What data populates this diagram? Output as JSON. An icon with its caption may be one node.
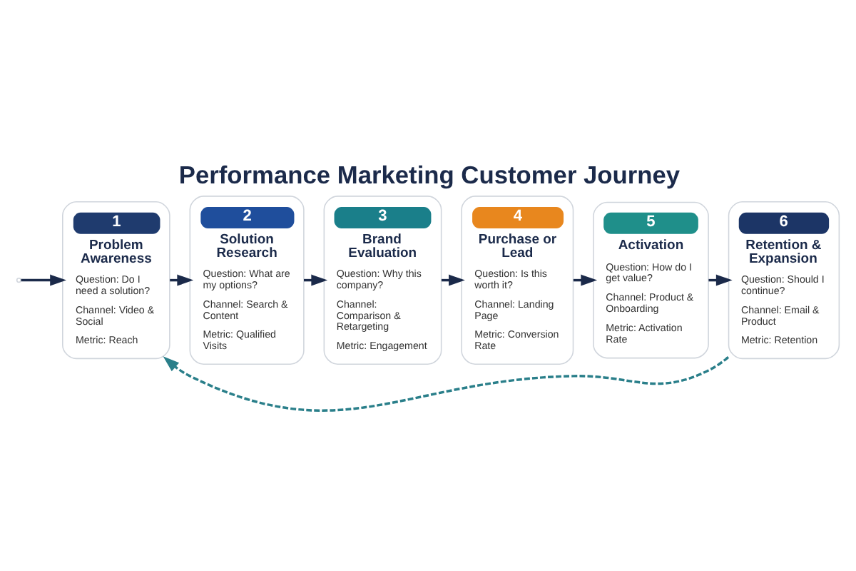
{
  "diagram": {
    "title": "Performance Marketing Customer Journey",
    "nodes": [
      {
        "text": [
          "1",
          "Problem Awareness",
          "Question: Do I need a solution?",
          "Channel: Video & Social",
          "Metric: Reach"
        ]
      },
      {
        "text": [
          "2",
          "Solution Research",
          "Question: What are my options?",
          "Channel: Search & Content",
          "Metric: Qualified Visits"
        ]
      },
      {
        "text": [
          "3",
          "Brand Evaluation",
          "Question: Why this company?",
          "Channel: Comparison & Retargeting",
          "Metric: Engagement"
        ]
      },
      {
        "text": [
          "4",
          "Purchase or Lead",
          "Question: Is this worth it?",
          "Channel: Landing Page",
          "Metric: Conversion Rate"
        ]
      },
      {
        "text": [
          "5",
          "Activation",
          "Question: How do I get value?",
          "Channel: Product & Onboarding",
          "Metric: Activation Rate"
        ]
      },
      {
        "text": [
          "6",
          "Retention & Expansion",
          "Question: Should I continue?",
          "Channel: Email & Product",
          "Metric: Retention"
        ]
      }
    ],
    "edges": [
      {
        "from": null,
        "to": 0,
        "arrow": "to"
      },
      {
        "from": 0,
        "to": 1,
        "arrow": "to"
      },
      {
        "from": 1,
        "to": 2,
        "arrow": "to"
      },
      {
        "from": 2,
        "to": 3,
        "arrow": "to"
      },
      {
        "from": 3,
        "to": 4,
        "arrow": "to"
      },
      {
        "from": 4,
        "to": 5,
        "arrow": "to"
      },
      {
        "from": 5,
        "to": 0,
        "arrow": "to",
        "style": "dashed",
        "color": "#2a7f8a"
      }
    ]
  }
}
